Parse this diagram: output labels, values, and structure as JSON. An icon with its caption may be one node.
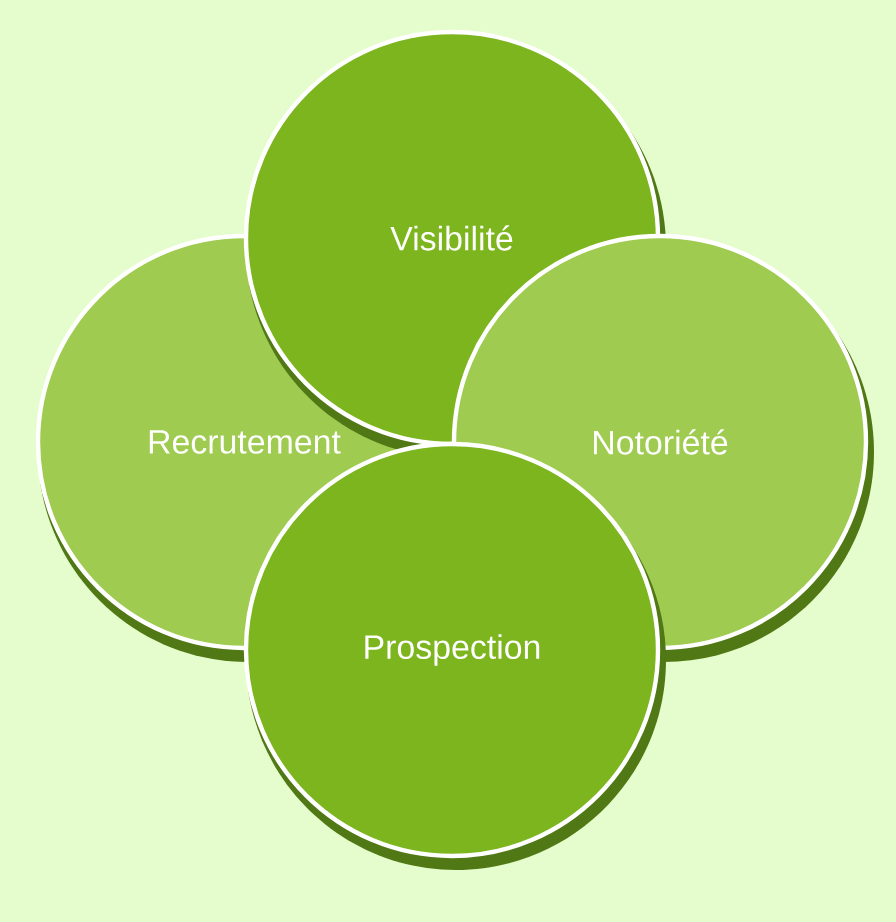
{
  "diagram": {
    "nodes": [
      {
        "text": [
          "Recrutement"
        ]
      },
      {
        "text": [
          "Visibilité"
        ]
      },
      {
        "text": [
          "Notoriété"
        ]
      },
      {
        "text": [
          "Prospection"
        ]
      }
    ]
  }
}
